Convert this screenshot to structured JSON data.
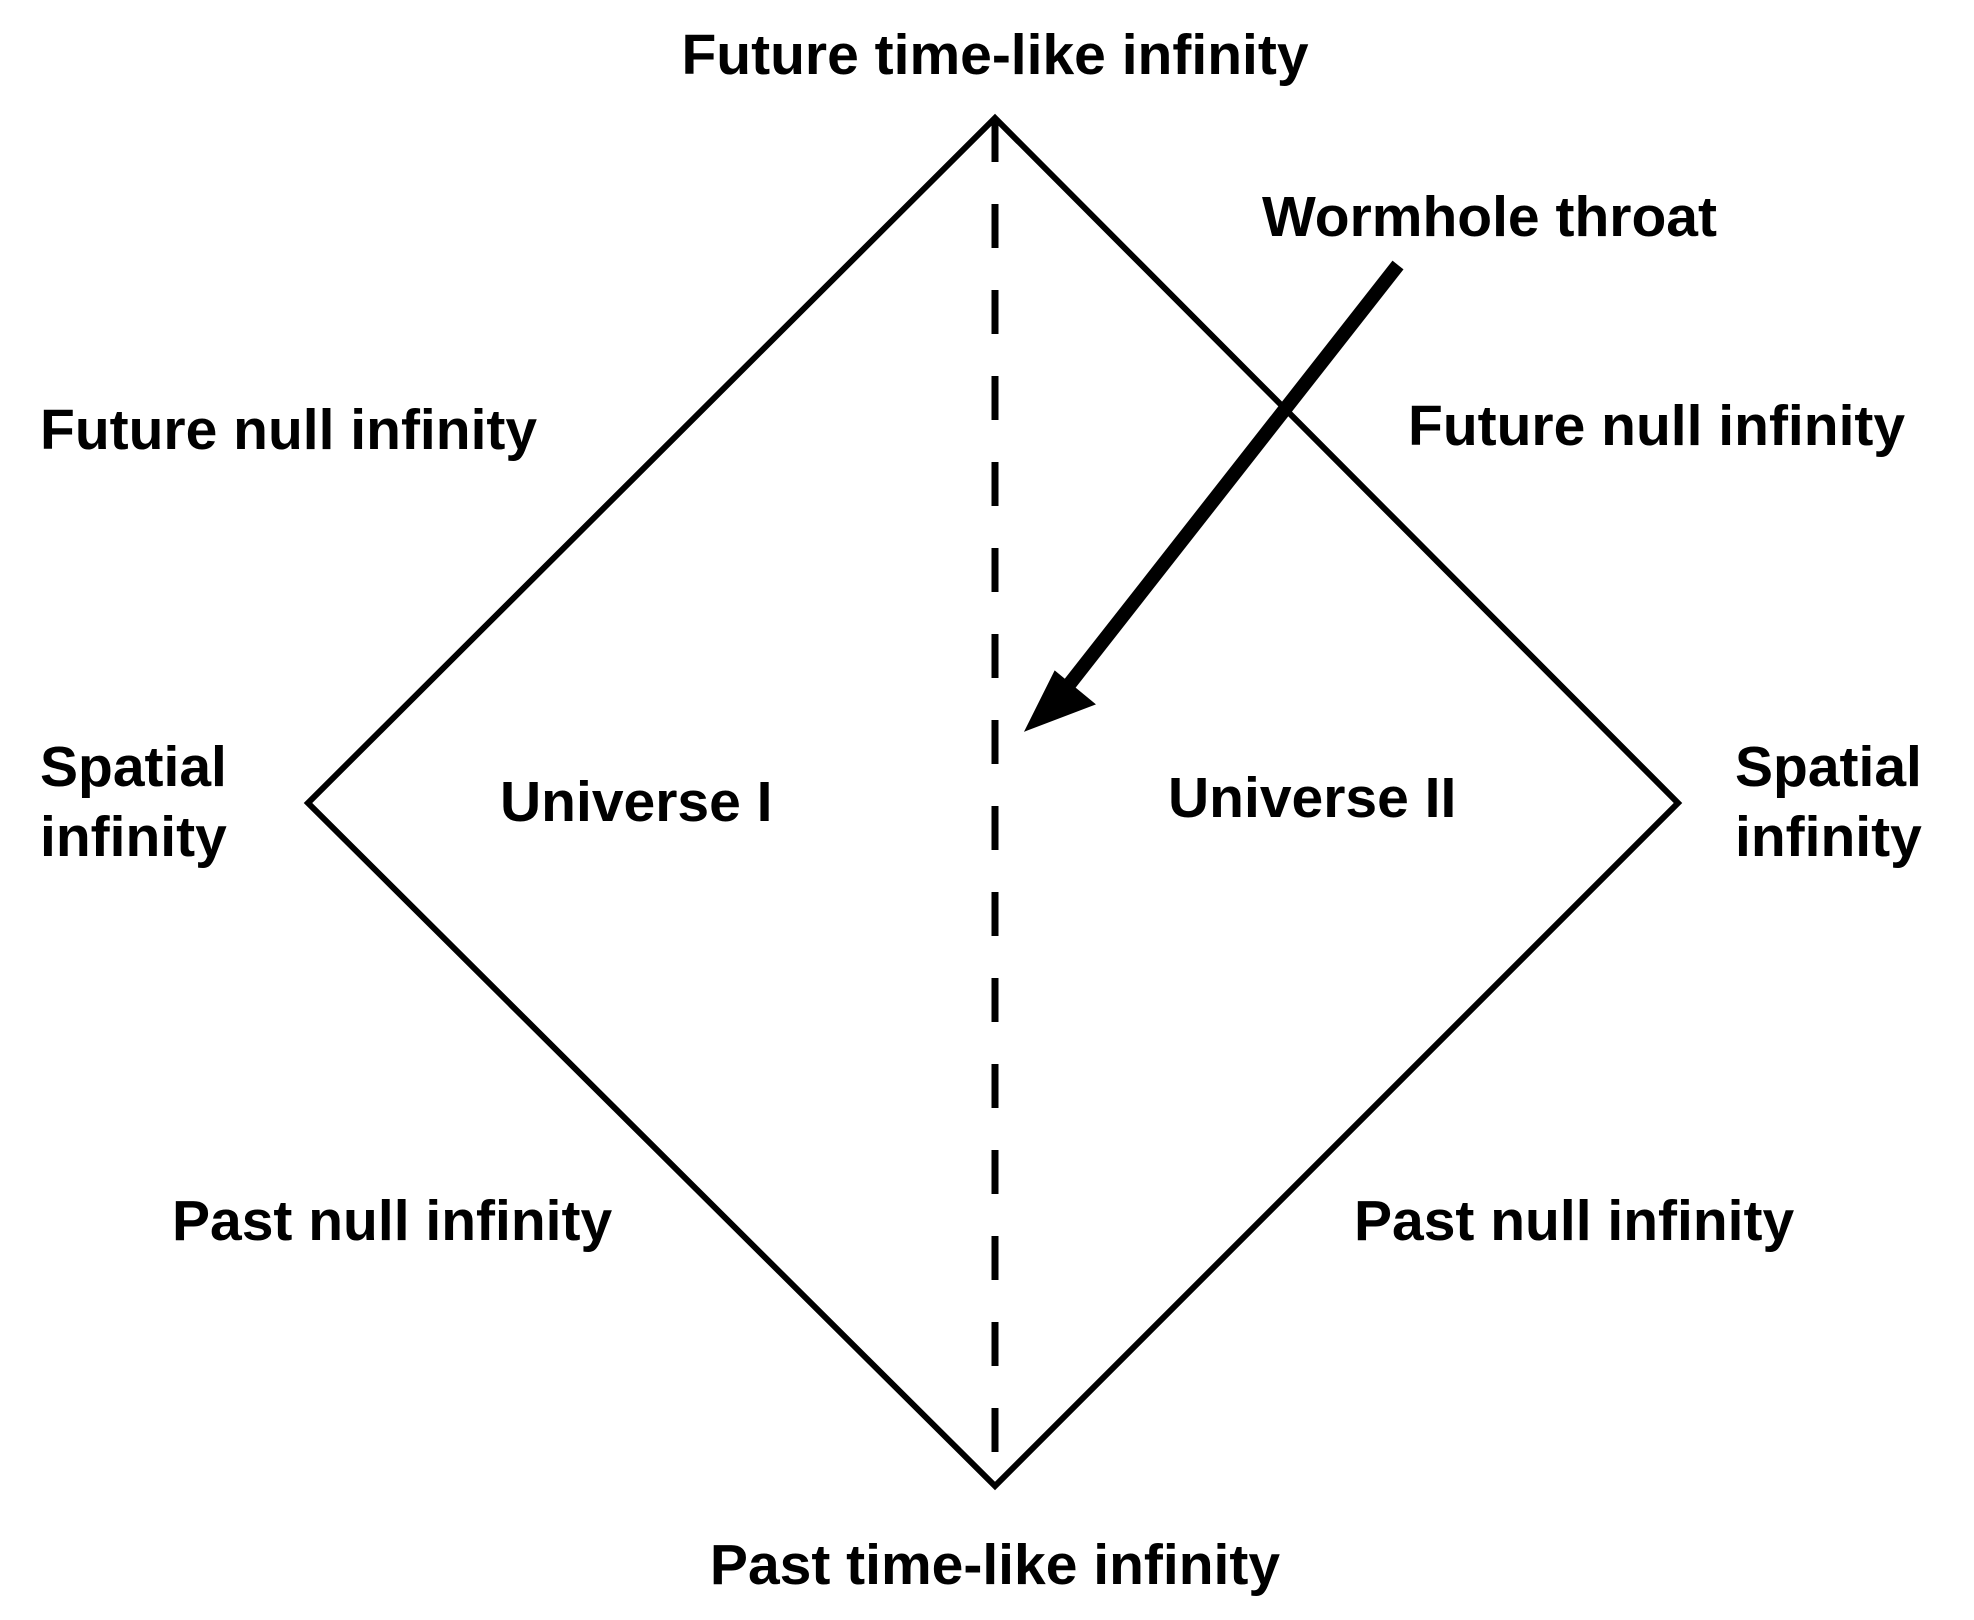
{
  "labels": {
    "future_timelike": "Future time-like infinity",
    "past_timelike": "Past time-like infinity",
    "wormhole_throat": "Wormhole throat",
    "future_null_left": "Future null infinity",
    "future_null_right": "Future null infinity",
    "spatial_left_line1": "Spatial",
    "spatial_left_line2": "infinity",
    "spatial_right_line1": "Spatial",
    "spatial_right_line2": "infinity",
    "universe_1": "Universe I",
    "universe_2": "Universe II",
    "past_null_left": "Past null infinity",
    "past_null_right": "Past null infinity"
  },
  "colors": {
    "stroke": "#000000",
    "text": "#000000",
    "background": "#ffffff"
  }
}
